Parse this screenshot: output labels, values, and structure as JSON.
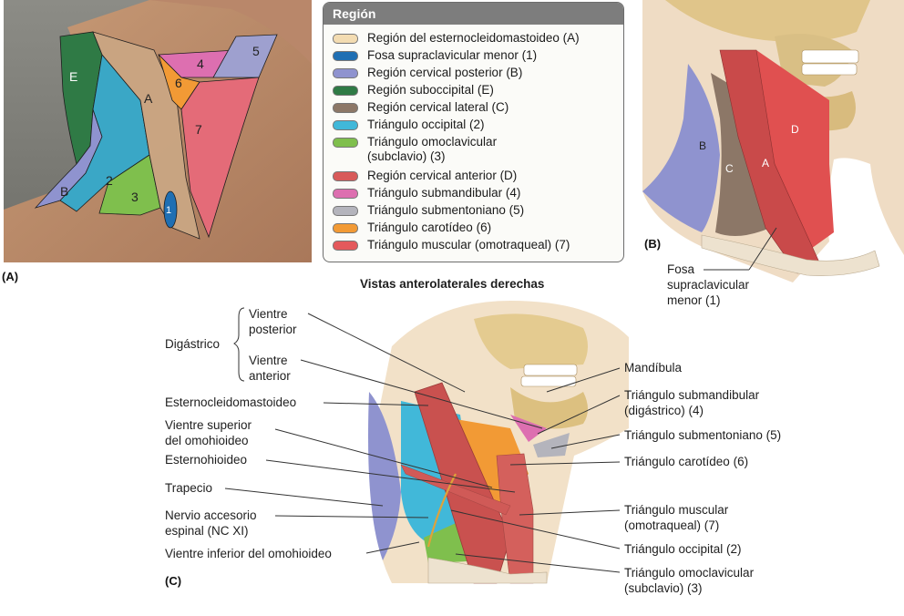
{
  "legend": {
    "title": "Región",
    "items": [
      {
        "label": "Región del esternocleidomastoideo (A)",
        "color": "#f3dcb2"
      },
      {
        "label": "Fosa supraclavicular menor (1)",
        "color": "#1f6fb3"
      },
      {
        "label": "Región cervical posterior (B)",
        "color": "#8f93cf"
      },
      {
        "label": "Región suboccipital (E)",
        "color": "#2f7a45"
      },
      {
        "label": "Región cervical lateral (C)",
        "color": "#8c7767"
      },
      {
        "label": "Triángulo occipital (2)",
        "color": "#41b8d9"
      },
      {
        "label": "Triángulo omoclavicular",
        "label2": "(subclavio) (3)",
        "color": "#7fbf4d"
      },
      {
        "label": "Región cervical anterior (D)",
        "color": "#d85a5a"
      },
      {
        "label": "Triángulo submandibular (4)",
        "color": "#dd6fb0"
      },
      {
        "label": "Triángulo submentoniano (5)",
        "color": "#b4b4bc"
      },
      {
        "label": "Triángulo carotídeo (6)",
        "color": "#f29a35"
      },
      {
        "label": "Triángulo muscular (omotraqueal) (7)",
        "color": "#e4595c"
      }
    ]
  },
  "panel_labels": {
    "a": "(A)",
    "b": "(B)",
    "c": "(C)"
  },
  "caption": "Vistas anterolaterales derechas",
  "panel_a": {
    "zones": {
      "E": "E",
      "A": "A",
      "B": "B",
      "z2": "2",
      "z3": "3",
      "z1": "1",
      "z4": "4",
      "z5": "5",
      "z6": "6",
      "z7": "7"
    }
  },
  "panel_b": {
    "zones": {
      "B": "B",
      "C": "C",
      "A": "A",
      "D": "D"
    },
    "fosa": [
      "Fosa",
      "supraclavicular",
      "menor (1)"
    ]
  },
  "panel_c": {
    "digastrico": "Digástrico",
    "vientre_posterior": [
      "Vientre",
      "posterior"
    ],
    "vientre_anterior": [
      "Vientre",
      "anterior"
    ],
    "esternocleido": "Esternocleidomastoideo",
    "vientre_superior": [
      "Vientre superior",
      "del omohioideo"
    ],
    "esternohioideo": "Esternohioideo",
    "trapecio": "Trapecio",
    "nervio": [
      "Nervio accesorio",
      "espinal (NC XI)"
    ],
    "vientre_inferior": "Vientre inferior del omohioideo",
    "mandibula": "Mandíbula",
    "tri_submandibular": [
      "Triángulo submandibular",
      "(digástrico) (4)"
    ],
    "tri_submentoniano": "Triángulo submentoniano (5)",
    "tri_carotideo": "Triángulo carotídeo (6)",
    "tri_muscular": [
      "Triángulo muscular",
      "(omotraqueal) (7)"
    ],
    "tri_occipital": "Triángulo occipital (2)",
    "tri_omoclavicular": [
      "Triángulo omoclavicular",
      "(subclavio) (3)"
    ]
  }
}
